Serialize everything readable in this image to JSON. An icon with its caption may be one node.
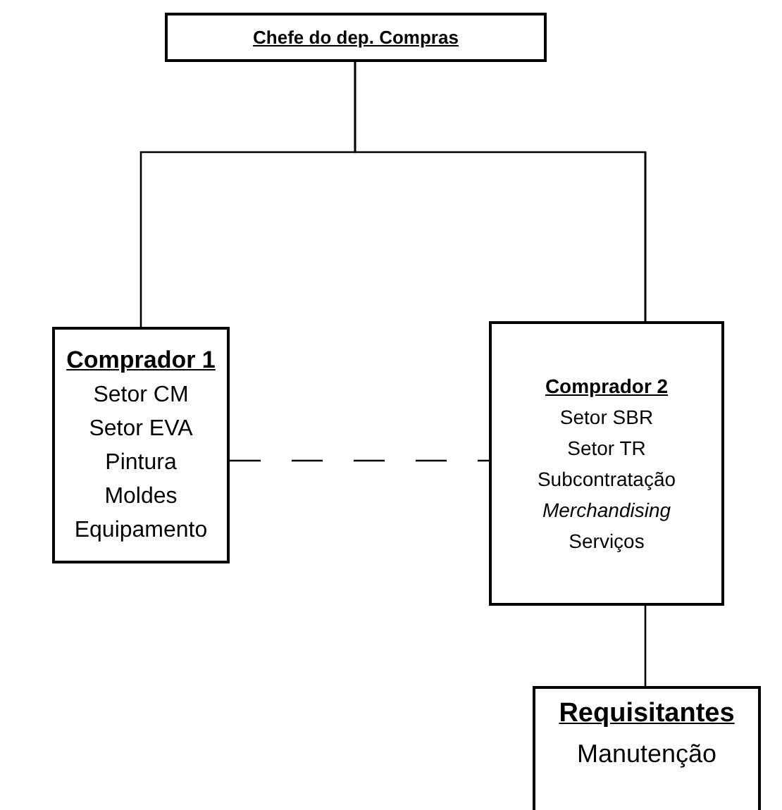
{
  "diagram": {
    "nodes": [
      {
        "text": [
          "Chefe do dep. Compras"
        ]
      },
      {
        "text": [
          "Comprador 1",
          "Setor CM",
          "Setor EVA",
          "Pintura",
          "Moldes",
          "Equipamento"
        ]
      },
      {
        "text": [
          "Comprador 2",
          "Setor SBR",
          "Setor TR",
          "Subcontratação",
          "*Merchandising*",
          "Serviços"
        ]
      },
      {
        "text": [
          "Requisitantes",
          "Manutenção"
        ]
      }
    ],
    "edges": [
      {
        "from": 0,
        "to": 1,
        "arrow": "none"
      },
      {
        "from": 0,
        "to": 2,
        "arrow": "none"
      },
      {
        "from": 1,
        "to": 2,
        "arrow": "none",
        "style": "dashed"
      },
      {
        "from": 2,
        "to": 3,
        "arrow": "none"
      }
    ]
  }
}
